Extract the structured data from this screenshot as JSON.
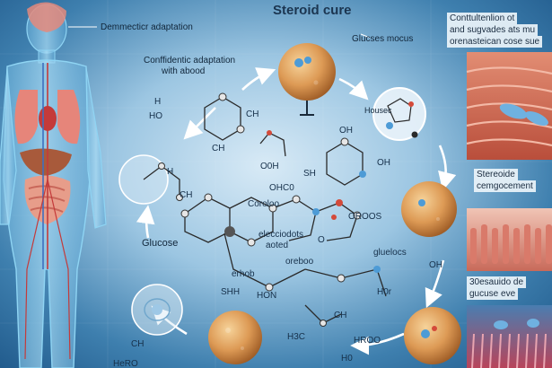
{
  "labels": {
    "title": "Steroid cure",
    "top_left": "Demmecticr adaptation",
    "mid_left_1": "Conffidentic adaptation",
    "mid_left_2": "with abood",
    "glucose_mocus": "Glucses mocus",
    "housec": "Housec",
    "glucose": "Glucose",
    "oh_1": "OH",
    "oh_2": "OH",
    "oh_3": "OH",
    "h_1": "H",
    "h_2": "H",
    "ho": "HO",
    "ch_a": "CH",
    "ch_b": "CH",
    "ch_c": "CH",
    "ch_d": "CH",
    "ch_e": "CH",
    "ooh": "O0H",
    "sh": "SH",
    "ohco": "OHC0",
    "coroloo": "Coroloo",
    "oroos": "OROOS",
    "gluelocs": "gluelocs",
    "erhob": "erhob",
    "shh": "SHH",
    "o_label": "O",
    "hiroo": "HROO",
    "h3c": "H3C",
    "h0o": "H0",
    "hon": "HON",
    "hero": "HeRO",
    "h0r": "H0r",
    "eleccridots_1": "elecciodots",
    "eleccridots_2": "aoted",
    "orehob": "oreboo"
  },
  "panels": {
    "p1_line1": "Conttultenlion ot",
    "p1_line2": "and sugvades ats mu",
    "p1_line3": "orenasteican cose sue",
    "p2_line1": "Stereoide",
    "p2_line2": "cemgocement",
    "p3_line1": "30esauido de",
    "p3_line2": "gucuse eve"
  },
  "colors": {
    "background": "#3e7fae",
    "sphere": "#e2a25a",
    "body_outline": "#8fd4f3",
    "arrow": "#ffffff",
    "bond": "#2a2a2a",
    "atom_red": "#d44a3a",
    "atom_blue": "#4d9bd6"
  }
}
